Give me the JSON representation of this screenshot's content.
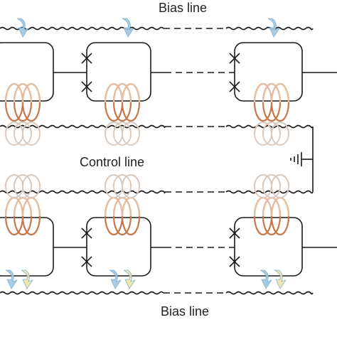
{
  "labels": {
    "bias_top": "Bias line",
    "control": "Control line",
    "bias_bottom": "Bias line"
  },
  "colors": {
    "wire": "#1a1a1a",
    "coil_front": "#c8784a",
    "coil_back": "#e9c2a6",
    "coil_ghost": "#d9c8bd",
    "flux_blue": "#9cc8e6",
    "flux_yellow": "#eee3a6"
  },
  "icons": {
    "junction": "x-cross",
    "ground": "ground-symbol",
    "flux": "curved-arrow"
  }
}
